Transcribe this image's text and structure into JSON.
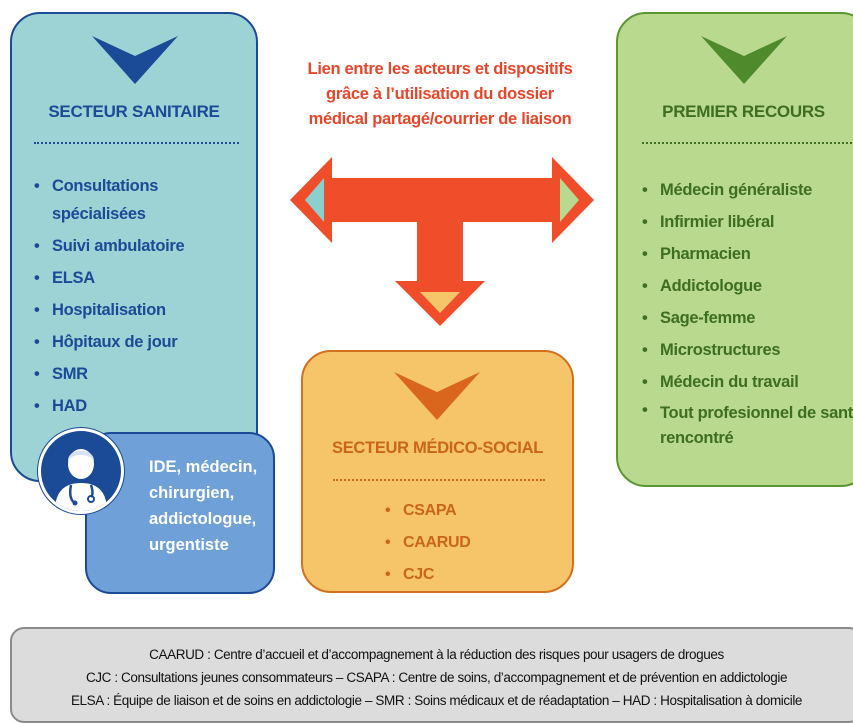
{
  "link_text": [
    "Lien entre les acteurs et dispositifs",
    "grâce à l’utilisation du dossier",
    "médical partagé/courrier de liaison"
  ],
  "sanitaire": {
    "title": "SECTEUR SANITAIRE",
    "items": [
      "Consultations spécialisées",
      "Suivi ambulatoire",
      "ELSA",
      "Hospitalisation",
      "Hôpitaux de jour",
      "SMR",
      "HAD"
    ]
  },
  "premier": {
    "title": "PREMIER RECOURS",
    "items": [
      "Médecin généraliste",
      "Infirmier libéral",
      "Pharmacien",
      "Addictologue",
      "Sage-femme",
      "Microstructures",
      "Médecin du travail",
      "Tout profesionnel de santé rencontré"
    ]
  },
  "medico": {
    "title": "SECTEUR MÉDICO-SOCIAL",
    "items": [
      "CSAPA",
      "CAARUD",
      "CJC"
    ]
  },
  "pros": [
    "IDE, médecin,",
    "chirurgien,",
    "addictologue,",
    "urgentiste"
  ],
  "footer": [
    "CAARUD : Centre d’accueil et d’accompagnement à la réduction des risques pour usagers de drogues",
    "CJC : Consultations jeunes consommateurs – CSAPA : Centre de soins, d’accompagnement et de prévention en addictologie",
    "ELSA : Équipe de liaison et de soins en addictologie – SMR : Soins médicaux et de réadaptation – HAD : Hospitalisation à domicile"
  ],
  "colors": {
    "sanitaire_fill": "#9ed3d6",
    "sanitaire_text": "#1b4a96",
    "premier_fill": "#b9d98f",
    "premier_text": "#3e6e22",
    "medico_fill": "#f6c56a",
    "medico_text": "#c9661a",
    "arrow": "#f04e2b",
    "link_text": "#e8462a"
  }
}
